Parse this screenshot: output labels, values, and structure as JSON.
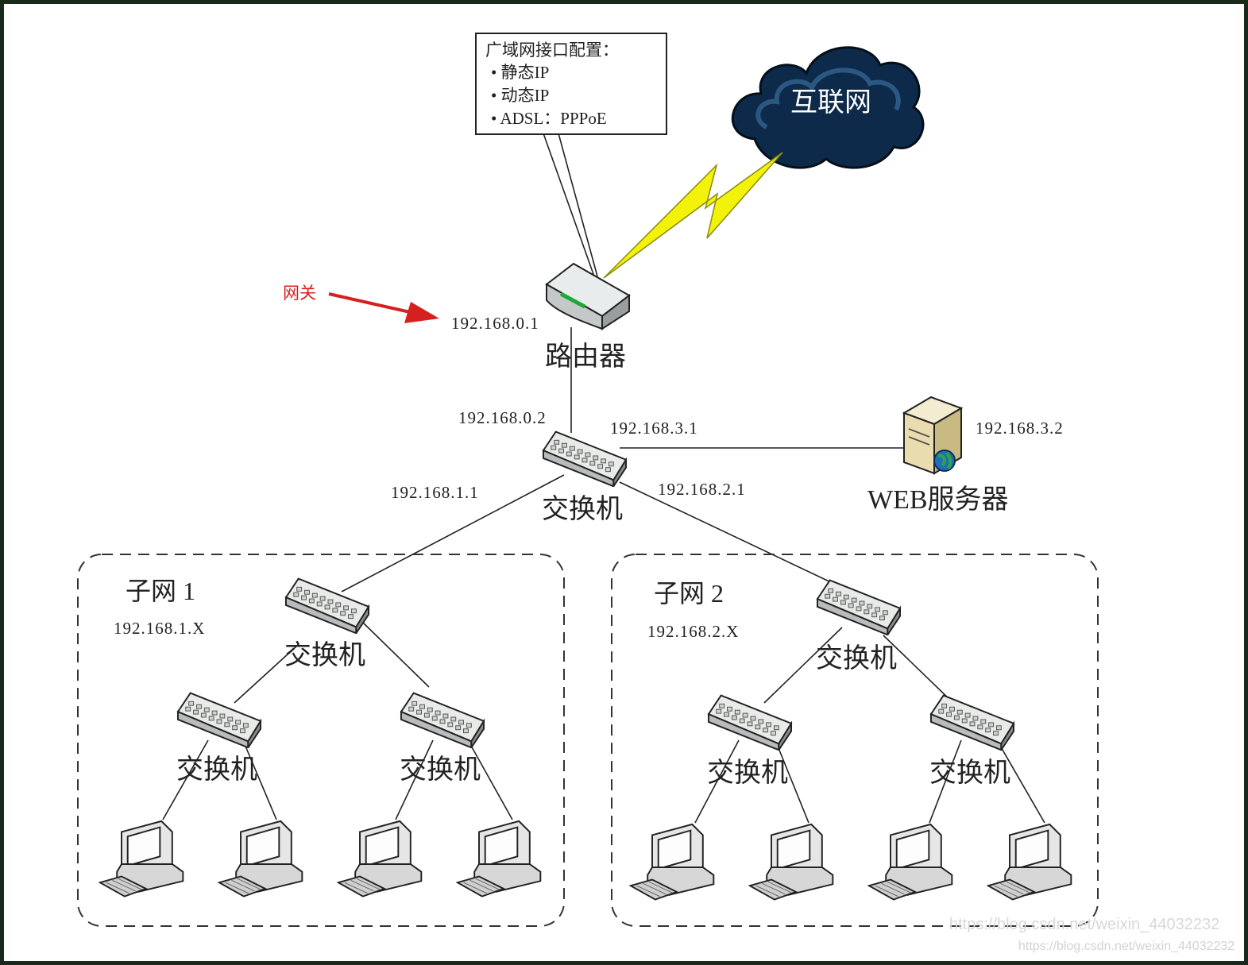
{
  "wan_box": {
    "title": "广域网接口配置：",
    "items": [
      "• 静态IP",
      "• 动态IP",
      "• ADSL：PPPoE"
    ]
  },
  "internet": {
    "label": "互联网"
  },
  "gateway": {
    "label": "网关",
    "color": "#d62020"
  },
  "router": {
    "label": "路由器",
    "ip": "192.168.0.1"
  },
  "core_switch": {
    "label": "交换机",
    "ip_up": "192.168.0.2",
    "ip_left": "192.168.1.1",
    "ip_right_top": "192.168.3.1",
    "ip_right_bottom": "192.168.2.1"
  },
  "web_server": {
    "label": "WEB服务器",
    "ip": "192.168.3.2"
  },
  "subnets": [
    {
      "name": "子网 1",
      "range": "192.168.1.X",
      "switch_labels": [
        "交换机",
        "交换机",
        "交换机"
      ]
    },
    {
      "name": "子网 2",
      "range": "192.168.2.X",
      "switch_labels": [
        "交换机",
        "交换机",
        "交换机"
      ]
    }
  ],
  "watermark": [
    "https://blog.csdn.net/weixin_44032232",
    "https://blog.csdn.net/weixin_44032232"
  ],
  "colors": {
    "bolt": "#f2f20a",
    "cloud": "#0d2a4a",
    "arrow": "#d62020"
  }
}
